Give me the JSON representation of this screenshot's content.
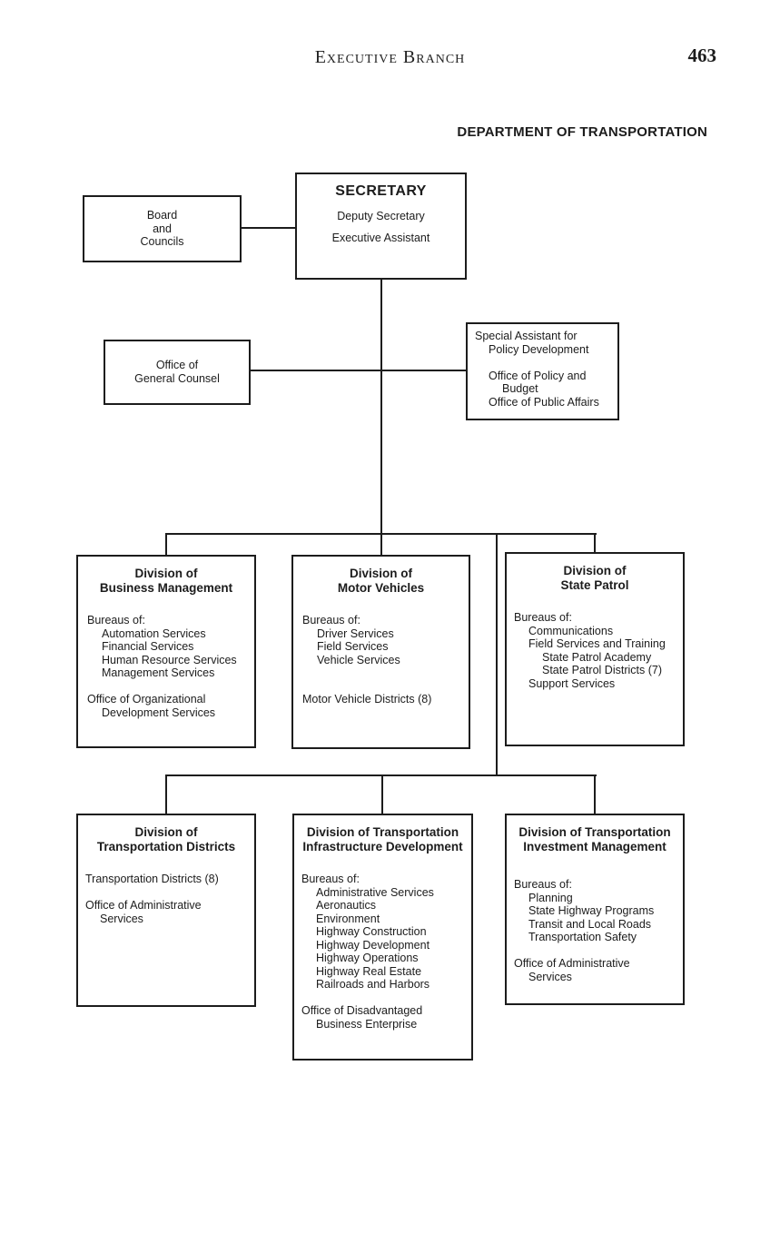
{
  "header": {
    "title": "Executive Branch",
    "page_number": "463"
  },
  "chart": {
    "title": "DEPARTMENT OF TRANSPORTATION",
    "colors": {
      "ink": "#1c1c1c",
      "paper": "#ffffff"
    },
    "boxes": {
      "board_councils": {
        "lines": [
          {
            "t": "Board"
          },
          {
            "t": "and"
          },
          {
            "t": "Councils"
          }
        ]
      },
      "secretary": {
        "title": "SECRETARY",
        "lines": [
          {
            "t": "Deputy Secretary"
          },
          {
            "t": "Executive Assistant"
          }
        ]
      },
      "general_counsel": {
        "lines": [
          {
            "t": "Office of"
          },
          {
            "t": "General Counsel"
          }
        ]
      },
      "special_assistant": {
        "lines": [
          {
            "t": "Special Assistant for",
            "i": 0
          },
          {
            "t": "Policy Development",
            "i": 1
          },
          {
            "t": "",
            "i": 0
          },
          {
            "t": "Office of Policy and",
            "i": 1
          },
          {
            "t": "Budget",
            "i": 2
          },
          {
            "t": "Office of Public Affairs",
            "i": 1
          }
        ]
      },
      "business_management": {
        "title_lines": [
          {
            "t": "Division of"
          },
          {
            "t": "Business Management"
          }
        ],
        "lines": [
          {
            "t": "Bureaus of:",
            "i": 0
          },
          {
            "t": "Automation Services",
            "i": 1
          },
          {
            "t": "Financial Services",
            "i": 1
          },
          {
            "t": "Human Resource Services",
            "i": 1
          },
          {
            "t": "Management Services",
            "i": 1
          },
          {
            "t": "",
            "i": 0
          },
          {
            "t": "Office of Organizational",
            "i": 0
          },
          {
            "t": "Development Services",
            "i": 1
          }
        ]
      },
      "motor_vehicles": {
        "title_lines": [
          {
            "t": "Division of"
          },
          {
            "t": "Motor Vehicles"
          }
        ],
        "lines": [
          {
            "t": "Bureaus of:",
            "i": 0
          },
          {
            "t": "Driver Services",
            "i": 1
          },
          {
            "t": "Field Services",
            "i": 1
          },
          {
            "t": "Vehicle Services",
            "i": 1
          },
          {
            "t": "",
            "i": 0
          },
          {
            "t": "",
            "i": 0
          },
          {
            "t": "Motor Vehicle Districts (8)",
            "i": 0
          }
        ]
      },
      "state_patrol": {
        "title_lines": [
          {
            "t": "Division of"
          },
          {
            "t": "State Patrol"
          }
        ],
        "lines": [
          {
            "t": "Bureaus of:",
            "i": 0
          },
          {
            "t": "Communications",
            "i": 1
          },
          {
            "t": "Field Services and Training",
            "i": 1
          },
          {
            "t": "State Patrol Academy",
            "i": 2
          },
          {
            "t": "State Patrol Districts (7)",
            "i": 2
          },
          {
            "t": "Support Services",
            "i": 1
          }
        ]
      },
      "transportation_districts": {
        "title_lines": [
          {
            "t": "Division of"
          },
          {
            "t": "Transportation Districts"
          }
        ],
        "lines": [
          {
            "t": "Transportation Districts (8)",
            "i": 0
          },
          {
            "t": "",
            "i": 0
          },
          {
            "t": "Office of Administrative",
            "i": 0
          },
          {
            "t": "Services",
            "i": 1
          }
        ]
      },
      "infrastructure_development": {
        "title_lines": [
          {
            "t": "Division of Transportation"
          },
          {
            "t": "Infrastructure Development"
          }
        ],
        "lines": [
          {
            "t": "Bureaus of:",
            "i": 0
          },
          {
            "t": "Administrative Services",
            "i": 1
          },
          {
            "t": "Aeronautics",
            "i": 1
          },
          {
            "t": "Environment",
            "i": 1
          },
          {
            "t": "Highway Construction",
            "i": 1
          },
          {
            "t": "Highway Development",
            "i": 1
          },
          {
            "t": "Highway Operations",
            "i": 1
          },
          {
            "t": "Highway Real Estate",
            "i": 1
          },
          {
            "t": "Railroads and Harbors",
            "i": 1
          },
          {
            "t": "",
            "i": 0
          },
          {
            "t": "Office of Disadvantaged",
            "i": 0
          },
          {
            "t": "Business Enterprise",
            "i": 1
          }
        ]
      },
      "investment_management": {
        "title_lines": [
          {
            "t": "Division of Transportation"
          },
          {
            "t": "Investment Management"
          }
        ],
        "lines": [
          {
            "t": "Bureaus of:",
            "i": 0
          },
          {
            "t": "Planning",
            "i": 1
          },
          {
            "t": "State Highway Programs",
            "i": 1
          },
          {
            "t": "Transit and Local Roads",
            "i": 1
          },
          {
            "t": "Transportation Safety",
            "i": 1
          },
          {
            "t": "",
            "i": 0
          },
          {
            "t": "Office of Administrative",
            "i": 0
          },
          {
            "t": "Services",
            "i": 1
          }
        ]
      }
    }
  }
}
